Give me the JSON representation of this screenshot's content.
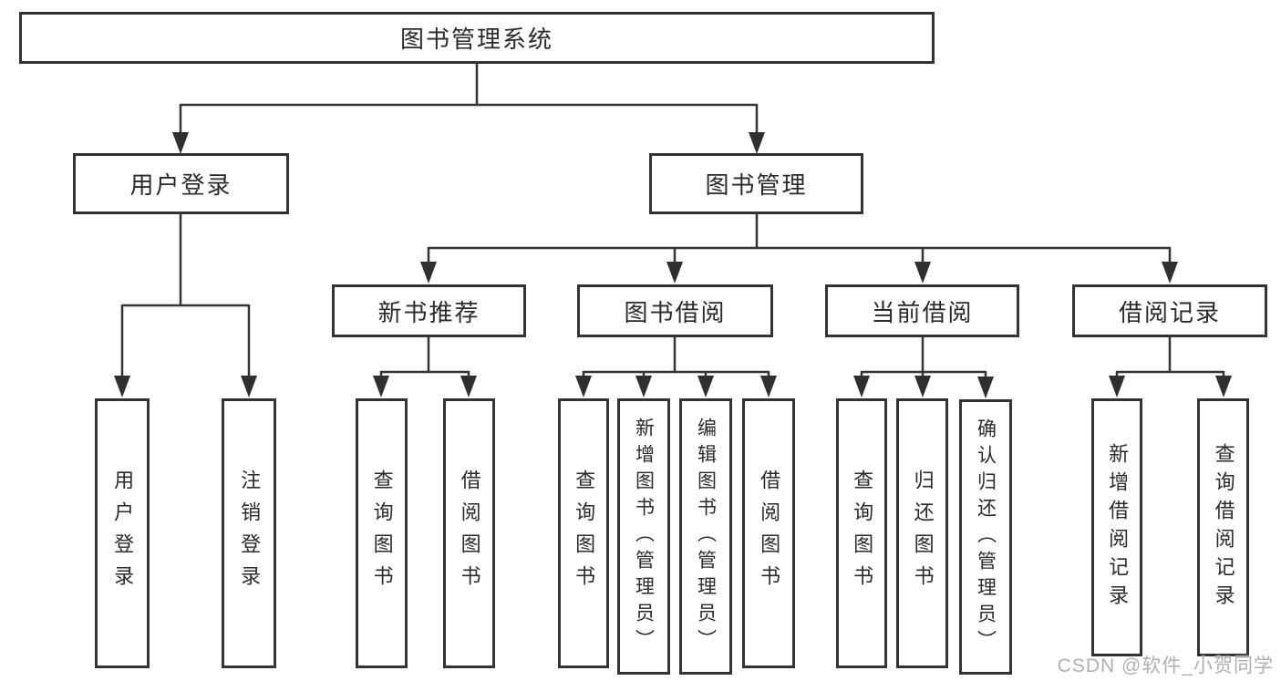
{
  "root": "图书管理系统",
  "level2": [
    "用户登录",
    "图书管理"
  ],
  "level3": [
    "新书推荐",
    "图书借阅",
    "当前借阅",
    "借阅记录"
  ],
  "leaves": {
    "user_login": [
      "用户登录",
      "注销登录"
    ],
    "new_book_recommend": [
      "查询图书",
      "借阅图书"
    ],
    "book_borrow": [
      "查询图书",
      "新增图书（管理员）",
      "编辑图书（管理员）",
      "借阅图书"
    ],
    "current_borrow": [
      "查询图书",
      "归还图书",
      "确认归还（管理员）"
    ],
    "borrow_records": [
      "新增借阅记录",
      "查询借阅记录"
    ]
  },
  "watermark": "CSDN @软件_小贺同学",
  "colors": {
    "line": "#333333",
    "box_border": "#333333",
    "text": "#2a2a2a",
    "watermark": "#b0b0b0",
    "background": "#ffffff"
  }
}
